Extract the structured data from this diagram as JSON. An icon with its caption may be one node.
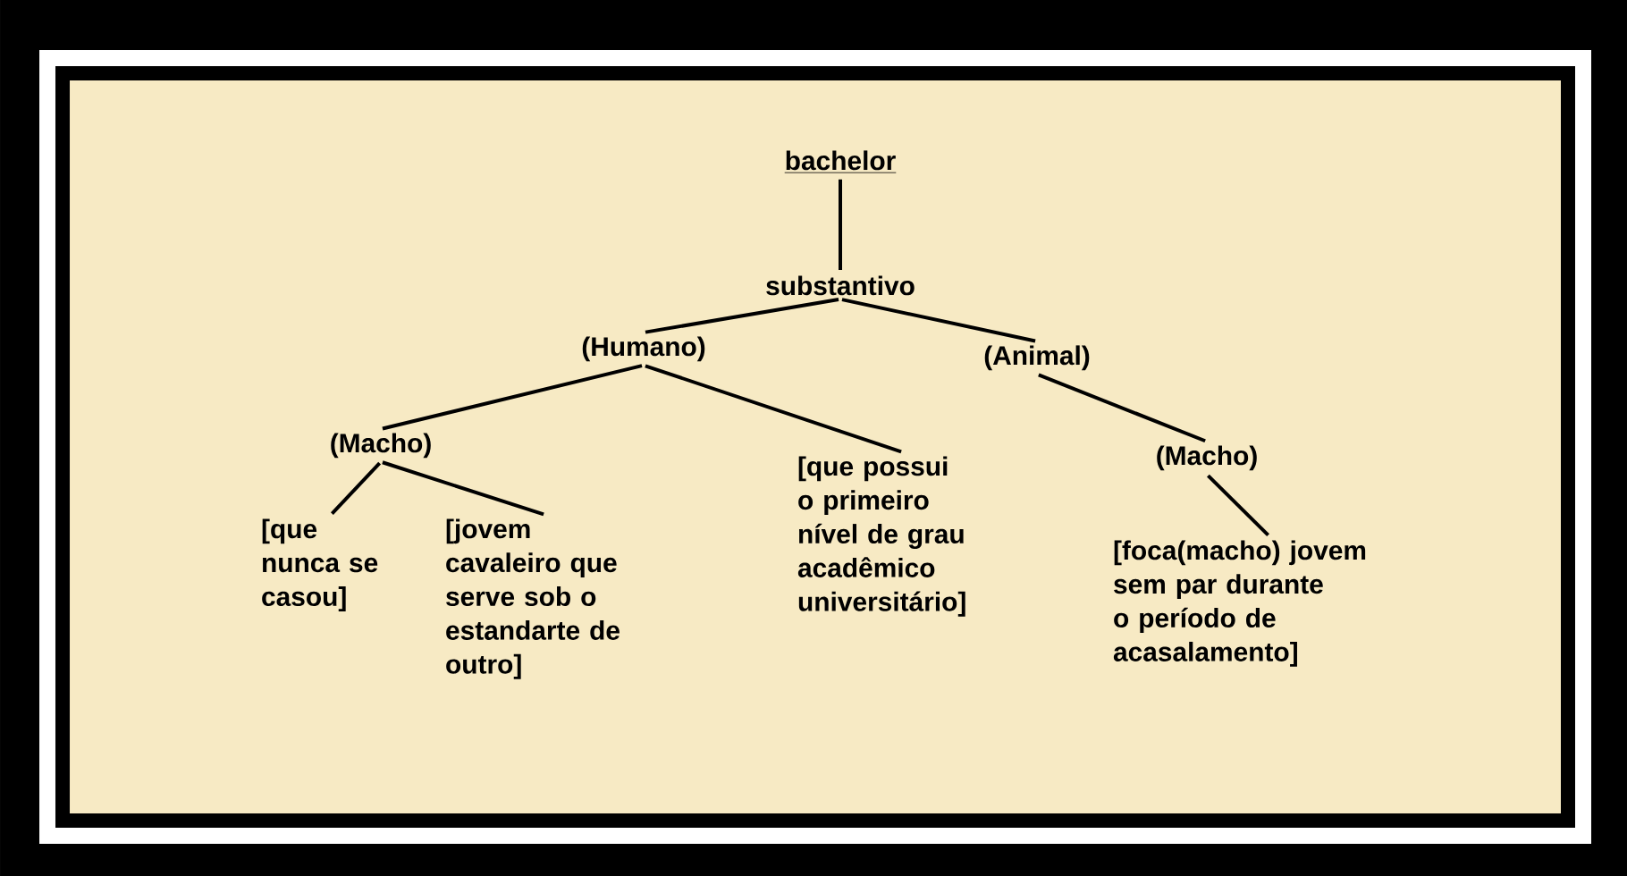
{
  "diagram": {
    "nodes": [
      {
        "text": [
          "bachelor"
        ]
      },
      {
        "text": [
          "substantivo"
        ]
      },
      {
        "text": [
          "(Humano)"
        ]
      },
      {
        "text": [
          "(Animal)"
        ]
      },
      {
        "text": [
          "(Macho)"
        ]
      },
      {
        "text": [
          "[que possui o primeiro nível de grau acadêmico universitário]"
        ]
      },
      {
        "text": [
          "(Macho)"
        ]
      },
      {
        "text": [
          "[que nunca se casou]"
        ]
      },
      {
        "text": [
          "[jovem cavaleiro que serve sob o estandarte de outro]"
        ]
      },
      {
        "text": [
          "[foca(macho) jovem sem par durante o período de acasalamento]"
        ]
      }
    ],
    "edges": [
      {
        "from": 0,
        "to": 1,
        "arrow": "none"
      },
      {
        "from": 1,
        "to": 2,
        "arrow": "none"
      },
      {
        "from": 1,
        "to": 3,
        "arrow": "none"
      },
      {
        "from": 2,
        "to": 4,
        "arrow": "none"
      },
      {
        "from": 2,
        "to": 5,
        "arrow": "none"
      },
      {
        "from": 3,
        "to": 6,
        "arrow": "none"
      },
      {
        "from": 4,
        "to": 7,
        "arrow": "none"
      },
      {
        "from": 4,
        "to": 8,
        "arrow": "none"
      },
      {
        "from": 6,
        "to": 9,
        "arrow": "none"
      }
    ]
  }
}
